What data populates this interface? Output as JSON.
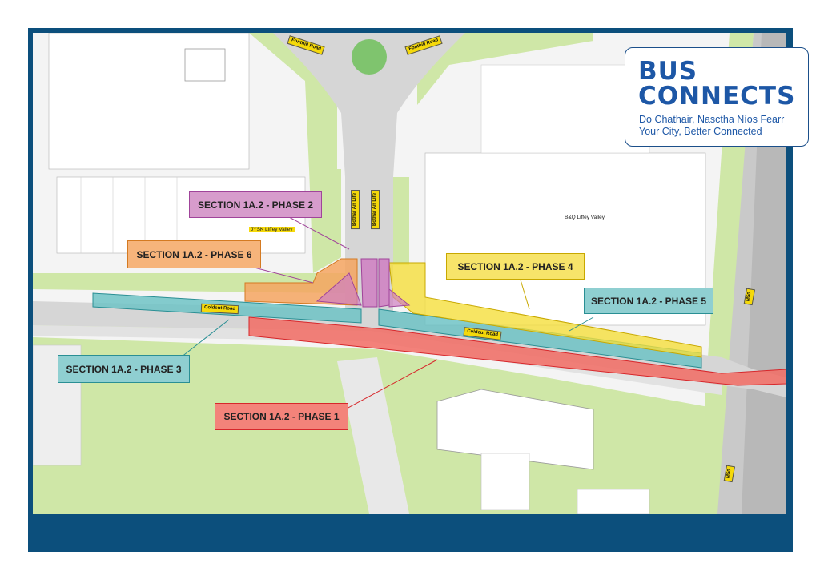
{
  "brand": {
    "line1": "BUS",
    "line2": "CONNECTS",
    "tagline_irish": "Do Chathair, Nasctha Níos Fearr",
    "tagline_english": "Your City, Better Connected",
    "color": "#1d57a6"
  },
  "phases": {
    "phase1": {
      "label": "SECTION 1A.2 - PHASE 1",
      "color": "#ef5b55"
    },
    "phase2": {
      "label": "SECTION 1A.2 - PHASE 2",
      "color": "#cf7fc2"
    },
    "phase3": {
      "label": "SECTION 1A.2 - PHASE 3",
      "color": "#6ec3c6"
    },
    "phase4": {
      "label": "SECTION 1A.2 - PHASE 4",
      "color": "#f5de3c"
    },
    "phase5": {
      "label": "SECTION 1A.2 - PHASE 5",
      "color": "#6ec3c6"
    },
    "phase6": {
      "label": "SECTION 1A.2 - PHASE 6",
      "color": "#f4a560"
    }
  },
  "roads": {
    "fonthill_left": "Fonthill Road",
    "fonthill_right": "Fonthill Road",
    "bothar_left": "Bothar An Life",
    "bothar_right": "Bothar An Life",
    "coldcut_left": "Coldcut Road",
    "coldcut_right": "Coldcut Road",
    "m50_top": "M50",
    "m50_bottom": "M50"
  },
  "buildings": {
    "jysk": "JYSK Liffey Valley",
    "bq": "B&Q Liffey Valley"
  },
  "colors": {
    "frame": "#0c4f7c",
    "grass": "#cde6a6",
    "road": "#d4d4d4"
  }
}
